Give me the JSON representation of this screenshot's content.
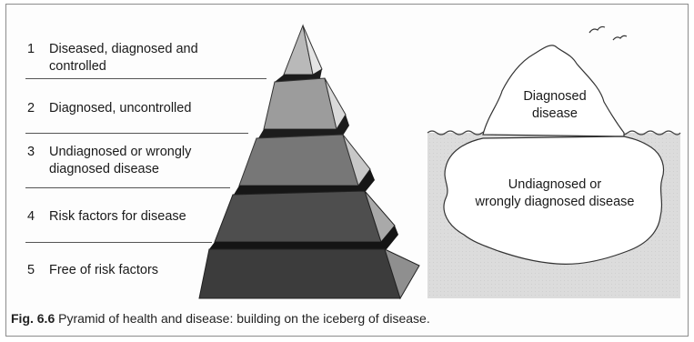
{
  "pyramid": {
    "levels": [
      {
        "num": "1",
        "line1": "Diseased, diagnosed and",
        "line2": "controlled"
      },
      {
        "num": "2",
        "line1": "Diagnosed, uncontrolled",
        "line2": ""
      },
      {
        "num": "3",
        "line1": "Undiagnosed or wrongly",
        "line2": "diagnosed disease"
      },
      {
        "num": "4",
        "line1": "Risk factors for disease",
        "line2": ""
      },
      {
        "num": "5",
        "line1": "Free of risk factors",
        "line2": ""
      }
    ]
  },
  "iceberg": {
    "above_line1": "Diagnosed",
    "above_line2": "disease",
    "below_line1": "Undiagnosed or",
    "below_line2": "wrongly diagnosed disease"
  },
  "caption": {
    "label": "Fig. 6.6",
    "text": " Pyramid of health and disease: building on the iceberg of disease."
  }
}
